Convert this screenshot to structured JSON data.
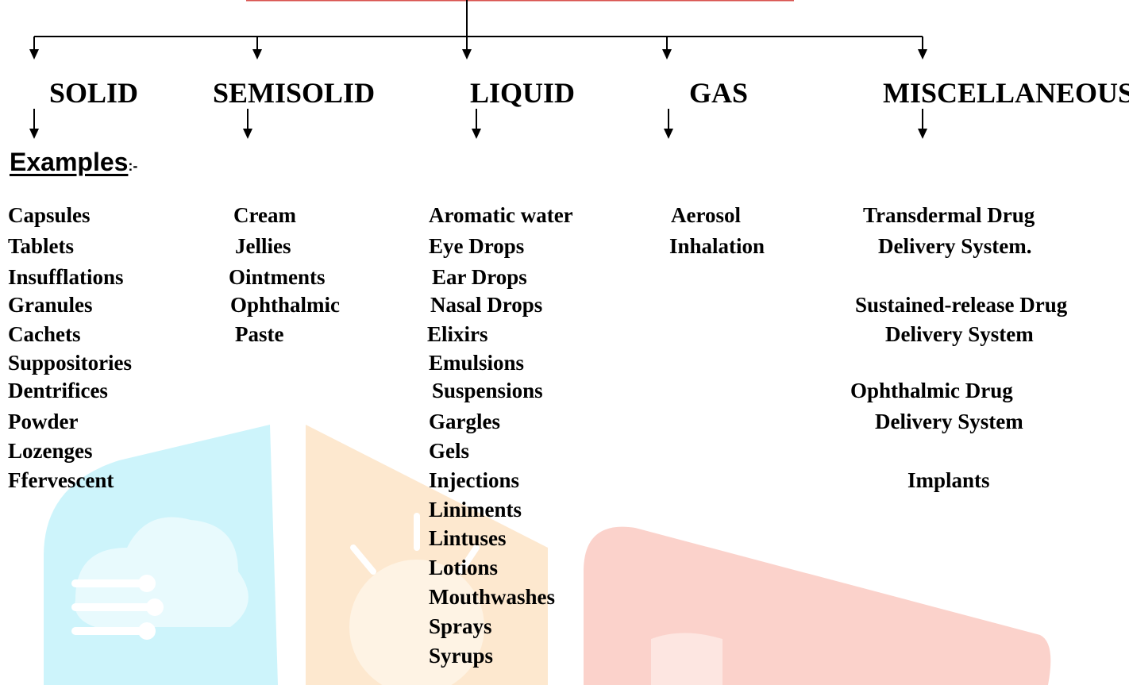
{
  "colors": {
    "header_line": "#d9534f",
    "watermark_cyan": "#cdf4fb",
    "watermark_orange": "#fde8cf",
    "watermark_red": "#fbd2cb"
  },
  "categories": {
    "solid": "SOLID",
    "semisolid": "SEMISOLID",
    "liquid": "LIQUID",
    "gas": "GAS",
    "misc": "MISCELLANEOUS"
  },
  "examples_heading": {
    "label": "Examples",
    "suffix": ":-"
  },
  "solid": [
    "Capsules",
    "Tablets",
    "Insufflations",
    "Granules",
    "Cachets",
    "Suppositories",
    "Dentrifices",
    "Powder",
    "Lozenges",
    "Ffervescent"
  ],
  "semisolid": [
    "Cream",
    "Jellies",
    "Ointments",
    "Ophthalmic",
    "Paste"
  ],
  "liquid": [
    "Aromatic water",
    "Eye Drops",
    "Ear Drops",
    "Nasal Drops",
    "Elixirs",
    "Emulsions",
    "Suspensions",
    "Gargles",
    "Gels",
    "Injections",
    "Liniments",
    "Lintuses",
    "Lotions",
    "Mouthwashes",
    "Sprays",
    "Syrups"
  ],
  "gas": [
    "Aerosol",
    "Inhalation"
  ],
  "misc": [
    "Transdermal Drug",
    "Delivery System.",
    "Sustained-release Drug",
    "Delivery System",
    "Ophthalmic Drug",
    "Delivery System",
    "Implants"
  ]
}
